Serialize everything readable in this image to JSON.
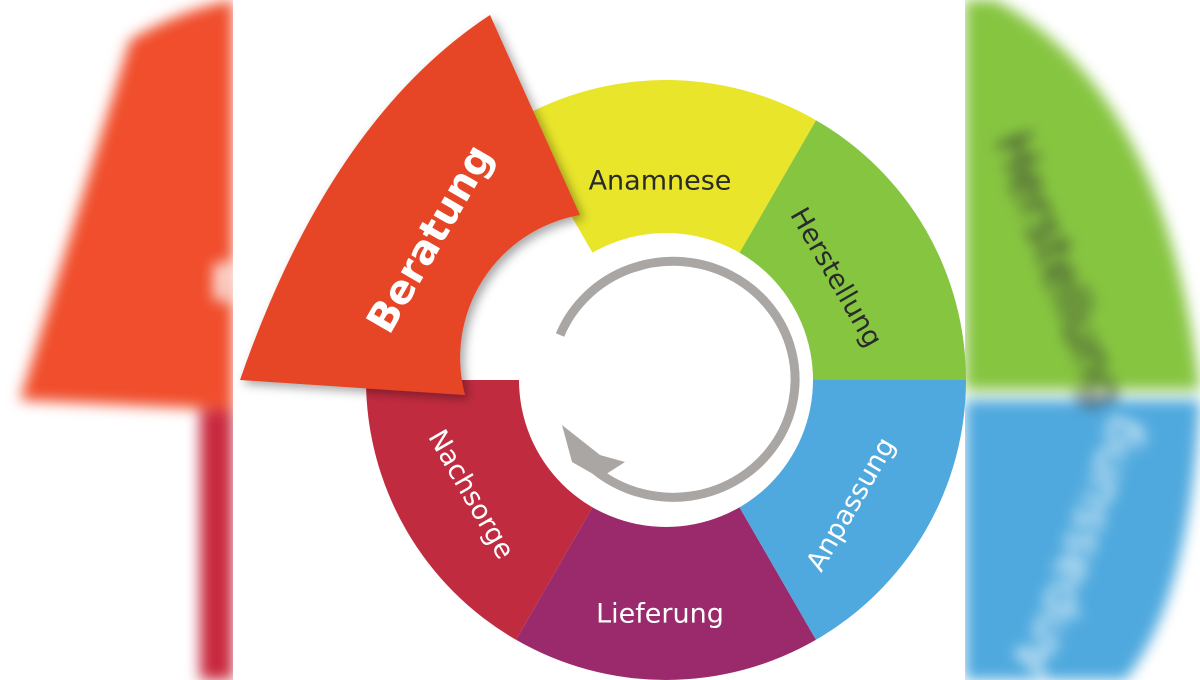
{
  "diagram": {
    "segments": [
      {
        "label": "Beratung",
        "color": "#e64526",
        "highlighted": true
      },
      {
        "label": "Anamnese",
        "color": "#e8e52b"
      },
      {
        "label": "Herstellung",
        "color": "#86c540"
      },
      {
        "label": "Anpassung",
        "color": "#4fa9de"
      },
      {
        "label": "Lieferung",
        "color": "#9b2a6c"
      },
      {
        "label": "Nachsorge",
        "color": "#c12b40"
      }
    ],
    "center_icon": "cycle-arrow-icon",
    "arrow_color": "#a9a6a4"
  }
}
